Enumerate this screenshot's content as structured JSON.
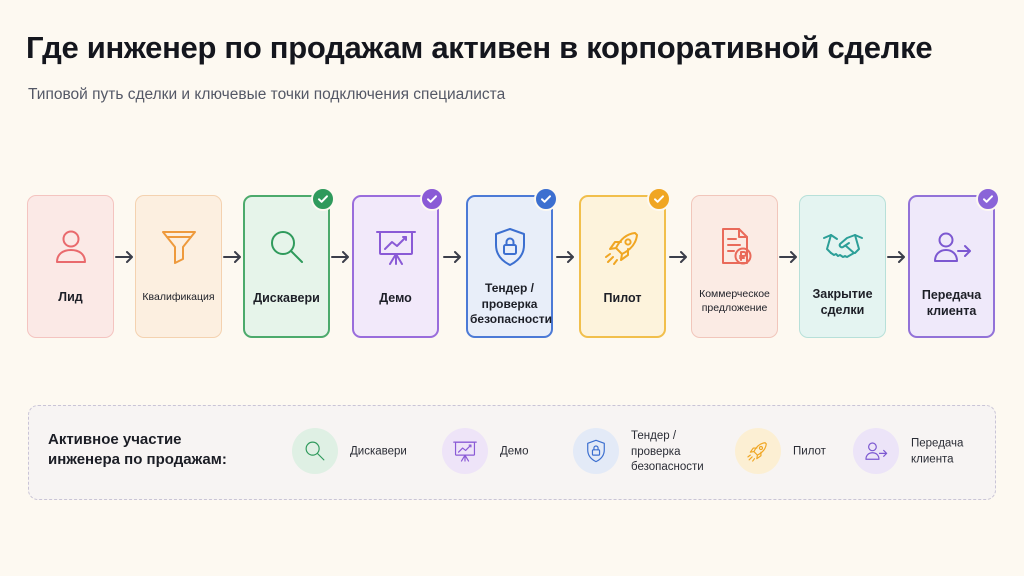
{
  "header": {
    "title": "Где инженер по продажам активен в корпоративной сделке",
    "subtitle": "Типовой путь сделки и ключевые точки подключения специалиста"
  },
  "stages": [
    {
      "label": "Лид",
      "icon": "user-icon",
      "color": "#e96a6d",
      "bg": "#fbe9e6",
      "border": "#f4c4c0",
      "engineer_active": false
    },
    {
      "label": "Квалификация",
      "icon": "funnel-icon",
      "color": "#ee9a3d",
      "bg": "#fcefe0",
      "border": "#f4d2b0",
      "engineer_active": false
    },
    {
      "label": "Дискавери",
      "icon": "magnifier-icon",
      "color": "#2f9a5c",
      "bg": "#e6f4ea",
      "border": "#4caa6c",
      "engineer_active": true,
      "check_color": "#2f9a5c"
    },
    {
      "label": "Демо",
      "icon": "presentation-icon",
      "color": "#8a5ad6",
      "bg": "#f2e9fa",
      "border": "#9a6ddc",
      "engineer_active": true,
      "check_color": "#8a5ad6"
    },
    {
      "label": "Тендер / проверка безопасности",
      "icon": "shield-lock-icon",
      "color": "#3c6fd0",
      "bg": "#e8eef9",
      "border": "#4c7ad6",
      "engineer_active": true,
      "check_color": "#3c6fd0"
    },
    {
      "label": "Пилот",
      "icon": "rocket-icon",
      "color": "#f0a623",
      "bg": "#fdf3dc",
      "border": "#f1bf4c",
      "engineer_active": true,
      "check_color": "#f0a623"
    },
    {
      "label": "Коммерческое предложение",
      "icon": "document-ruble-icon",
      "color": "#e96a5a",
      "bg": "#fbebe4",
      "border": "#f1c6bb",
      "engineer_active": false
    },
    {
      "label": "Закрытие сделки",
      "icon": "handshake-icon",
      "color": "#2c9f98",
      "bg": "#e4f4f1",
      "border": "#b7e0d9",
      "engineer_active": false
    },
    {
      "label": "Передача клиента",
      "icon": "user-handoff-icon",
      "color": "#7c58d1",
      "bg": "#efe9fa",
      "border": "#9272d8",
      "engineer_active": true,
      "check_color": "#8a64d8"
    }
  ],
  "legend": {
    "title": "Активное участие инженера по продажам:",
    "items": [
      {
        "label": "Дискавери",
        "icon": "magnifier-icon",
        "color": "#2f9a5c",
        "bg": "#dff0e4"
      },
      {
        "label": "Демо",
        "icon": "presentation-icon",
        "color": "#8a5ad6",
        "bg": "#eee4f8"
      },
      {
        "label": "Тендер / проверка безопасности",
        "icon": "shield-lock-icon",
        "color": "#3c6fd0",
        "bg": "#e3eaf7"
      },
      {
        "label": "Пилот",
        "icon": "rocket-icon",
        "color": "#f0a623",
        "bg": "#fcefd3"
      },
      {
        "label": "Передача клиента",
        "icon": "user-handoff-icon",
        "color": "#7c58d1",
        "bg": "#ece4f8"
      }
    ]
  }
}
